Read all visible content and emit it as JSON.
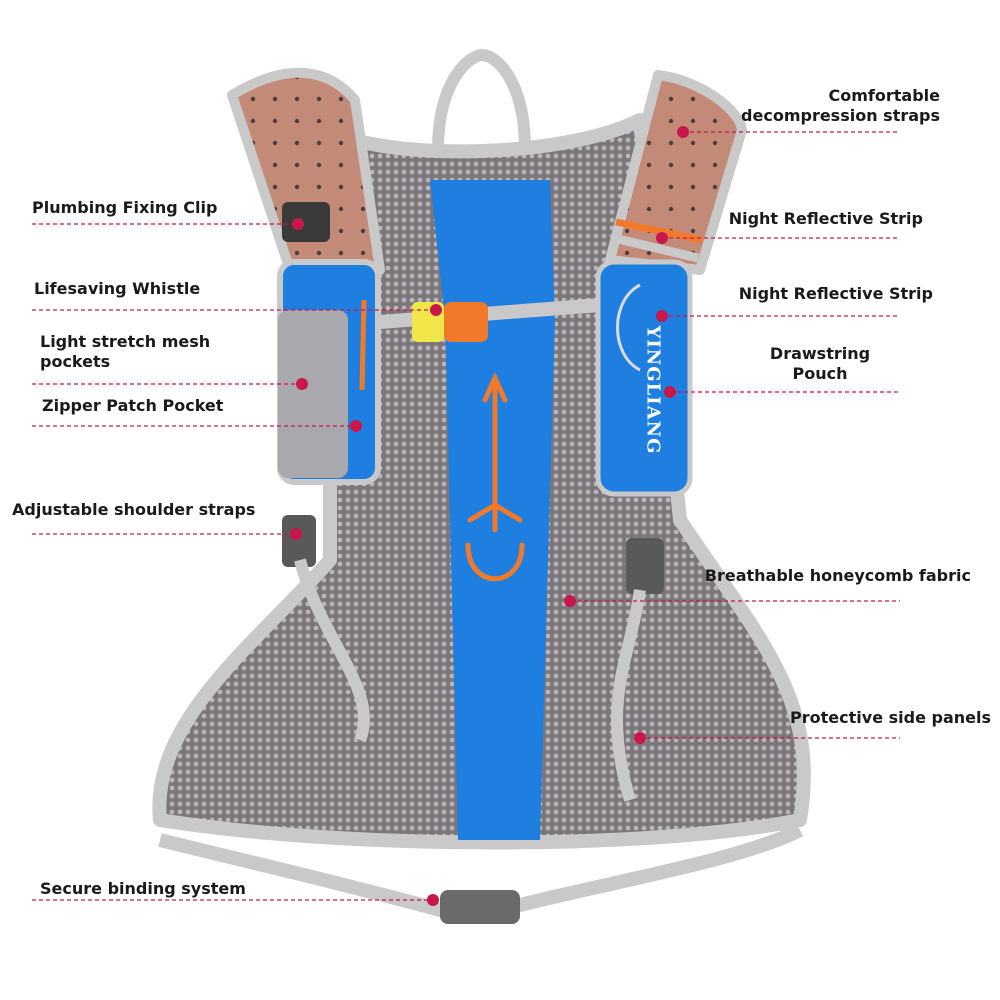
{
  "colors": {
    "accent_pink": "#c8174a",
    "vest_blue": "#1f7fe0",
    "mesh_grey": "#6e6a6e",
    "trim_grey": "#c9c9c9",
    "shoulder_salmon": "#c48a78",
    "reflective_orange": "#f07a2a"
  },
  "brand": {
    "text": "YINGLIANG"
  },
  "callouts": {
    "comfortable_straps": {
      "line1": "Comfortable",
      "line2": "decompression straps"
    },
    "plumbing_clip": {
      "label": "Plumbing Fixing Clip"
    },
    "night_strip_1": {
      "label": "Night Reflective Strip"
    },
    "whistle": {
      "label": "Lifesaving Whistle"
    },
    "night_strip_2": {
      "label": "Night Reflective Strip"
    },
    "mesh_pockets": {
      "line1": "Light stretch mesh",
      "line2": "pockets"
    },
    "drawstring_pouch": {
      "line1": "Drawstring",
      "line2": "Pouch"
    },
    "zipper_pocket": {
      "label": "Zipper Patch Pocket"
    },
    "shoulder_straps": {
      "label": "Adjustable shoulder straps"
    },
    "honeycomb": {
      "label": "Breathable honeycomb fabric"
    },
    "side_panels": {
      "label": "Protective side panels"
    },
    "binding_system": {
      "label": "Secure binding system"
    }
  }
}
